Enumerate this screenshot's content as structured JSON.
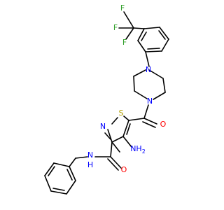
{
  "molecule": {
    "atoms": {
      "f_top": "F",
      "f_left": "F",
      "f_bottom": "F",
      "n_piperazine_top": "N",
      "n_piperazine_bottom": "N",
      "o_ketone": "O",
      "s_ring": "S",
      "n_ring": "N",
      "nh2": "NH",
      "nh2_sub": "2",
      "o_amide": "O",
      "nh_amide": "N",
      "h_amide": "H"
    },
    "colors": {
      "bond": "#000000",
      "fluorine": "#33a02c",
      "nitrogen": "#0000ff",
      "oxygen": "#ff0000",
      "sulfur": "#b2a000"
    }
  }
}
